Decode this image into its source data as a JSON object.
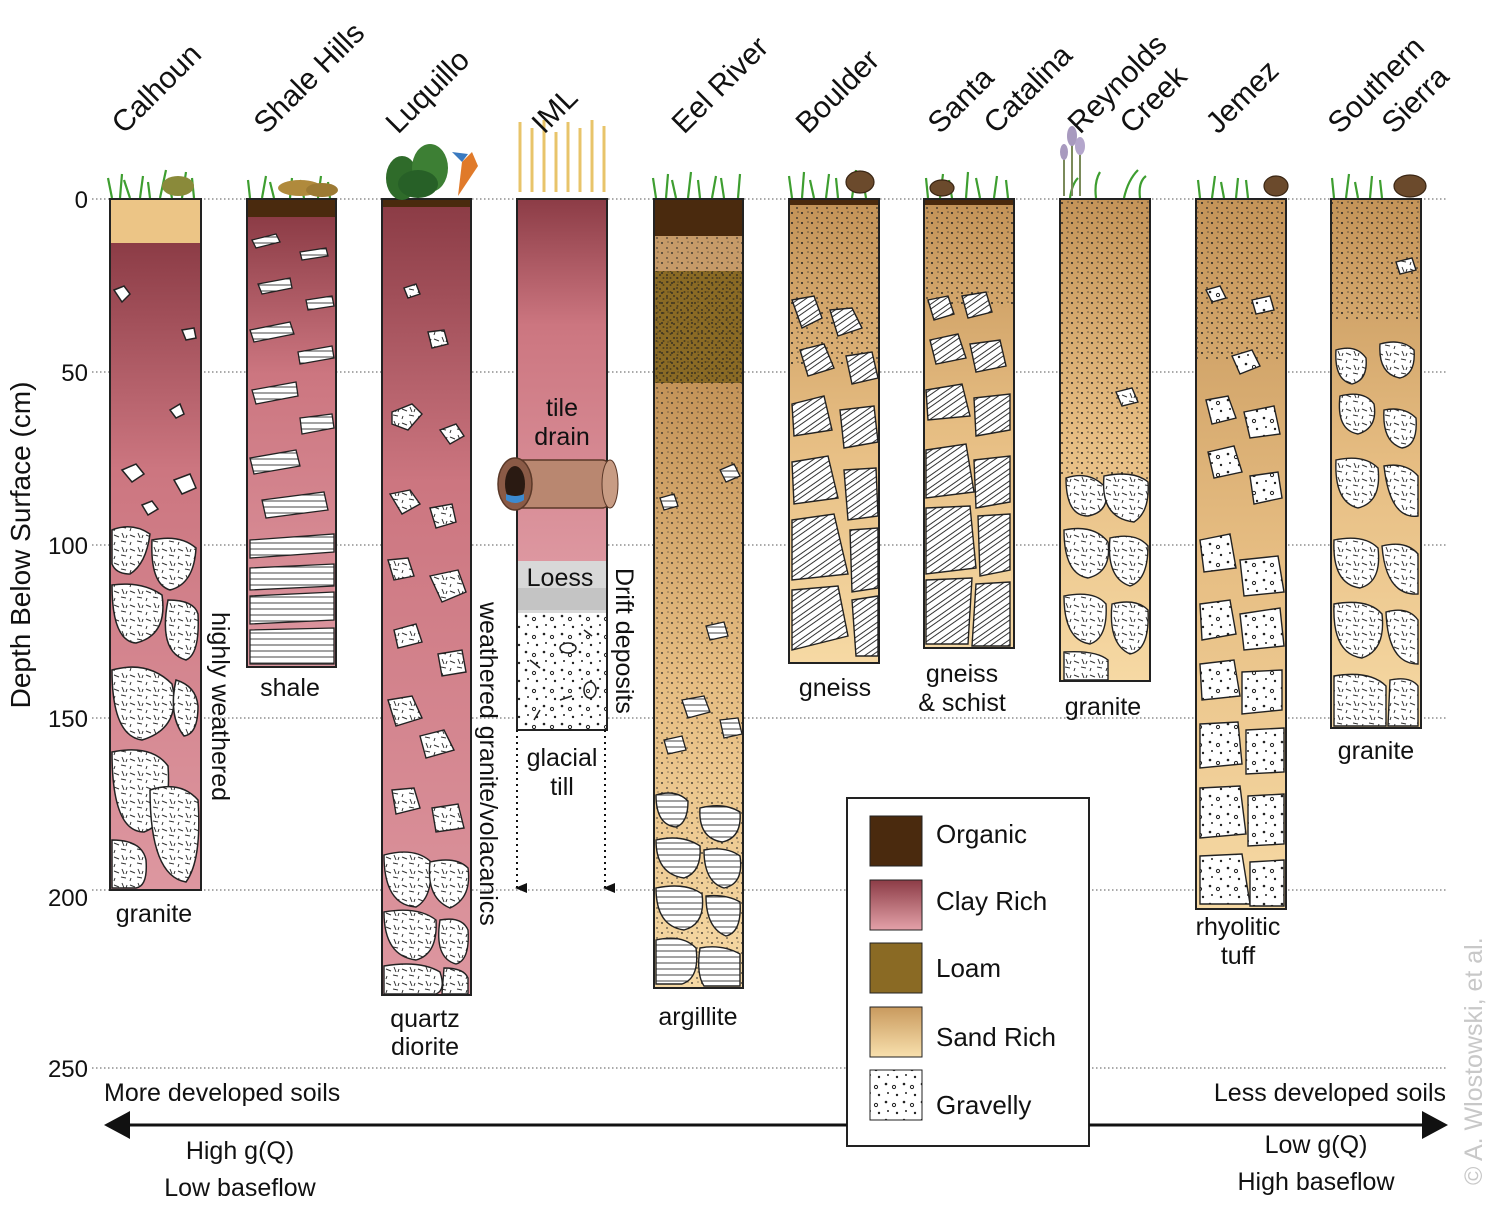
{
  "y_axis": {
    "title": "Depth Below Surface (cm)",
    "ticks": [
      "0",
      "50",
      "100",
      "150",
      "200",
      "250"
    ]
  },
  "sites": [
    {
      "name": "Calhoun",
      "name_line2": "",
      "rock": "granite",
      "rock_line2": "",
      "side_note": "highly  weathered",
      "depth_cm": 200
    },
    {
      "name": "Shale Hills",
      "name_line2": "",
      "rock": "shale",
      "rock_line2": "",
      "side_note": "",
      "depth_cm": 135
    },
    {
      "name": "Luquillo",
      "name_line2": "",
      "rock": "quartz",
      "rock_line2": "diorite",
      "side_note": "weathered granite/volacanics",
      "depth_cm": 230
    },
    {
      "name": "IML",
      "name_line2": "",
      "rock": "glacial",
      "rock_line2": "till",
      "side_note": "Drift deposits",
      "depth_cm": 153
    },
    {
      "name": "Eel River",
      "name_line2": "",
      "rock": "argillite",
      "rock_line2": "",
      "side_note": "",
      "depth_cm": 228
    },
    {
      "name": "Boulder",
      "name_line2": "",
      "rock": "gneiss",
      "rock_line2": "",
      "side_note": "",
      "depth_cm": 134
    },
    {
      "name": "Santa",
      "name_line2": "Catalina",
      "rock": "gneiss",
      "rock_line2": "& schist",
      "side_note": "",
      "depth_cm": 130
    },
    {
      "name": "Reynolds",
      "name_line2": "Creek",
      "rock": "granite",
      "rock_line2": "",
      "side_note": "",
      "depth_cm": 139
    },
    {
      "name": "Jemez",
      "name_line2": "",
      "rock": "rhyolitic",
      "rock_line2": "tuff",
      "side_note": "",
      "depth_cm": 204
    },
    {
      "name": "Southern",
      "name_line2": "Sierra",
      "rock": "granite",
      "rock_line2": "",
      "side_note": "",
      "depth_cm": 153
    }
  ],
  "iml_annotations": {
    "tile_drain_1": "tile",
    "tile_drain_2": "drain",
    "loess": "Loess"
  },
  "legend": [
    {
      "label": "Organic",
      "color": "#4a2a0e"
    },
    {
      "label": "Clay Rich",
      "color": "#d07f86"
    },
    {
      "label": "Loam",
      "color": "#8a6a24"
    },
    {
      "label": "Sand Rich",
      "color": "#ecc58a"
    },
    {
      "label": "Gravelly",
      "color": "#ffffff"
    }
  ],
  "scale": {
    "left": "More developed soils",
    "right": "Less developed soils",
    "left_sub1": "High g(Q)",
    "left_sub2": "Low baseflow",
    "right_sub1": "Low g(Q)",
    "right_sub2": "High baseflow"
  },
  "credit": "© A. Wlostowski, et al.",
  "colors": {
    "organic": "#4a2a0e",
    "clay_top": "#8c3c46",
    "clay": "#d07f86",
    "loam": "#8a6a24",
    "sand_top": "#c99a5e",
    "sand": "#f0cf95",
    "grass": "#4aa83a",
    "loess": "#d8d8d8"
  }
}
